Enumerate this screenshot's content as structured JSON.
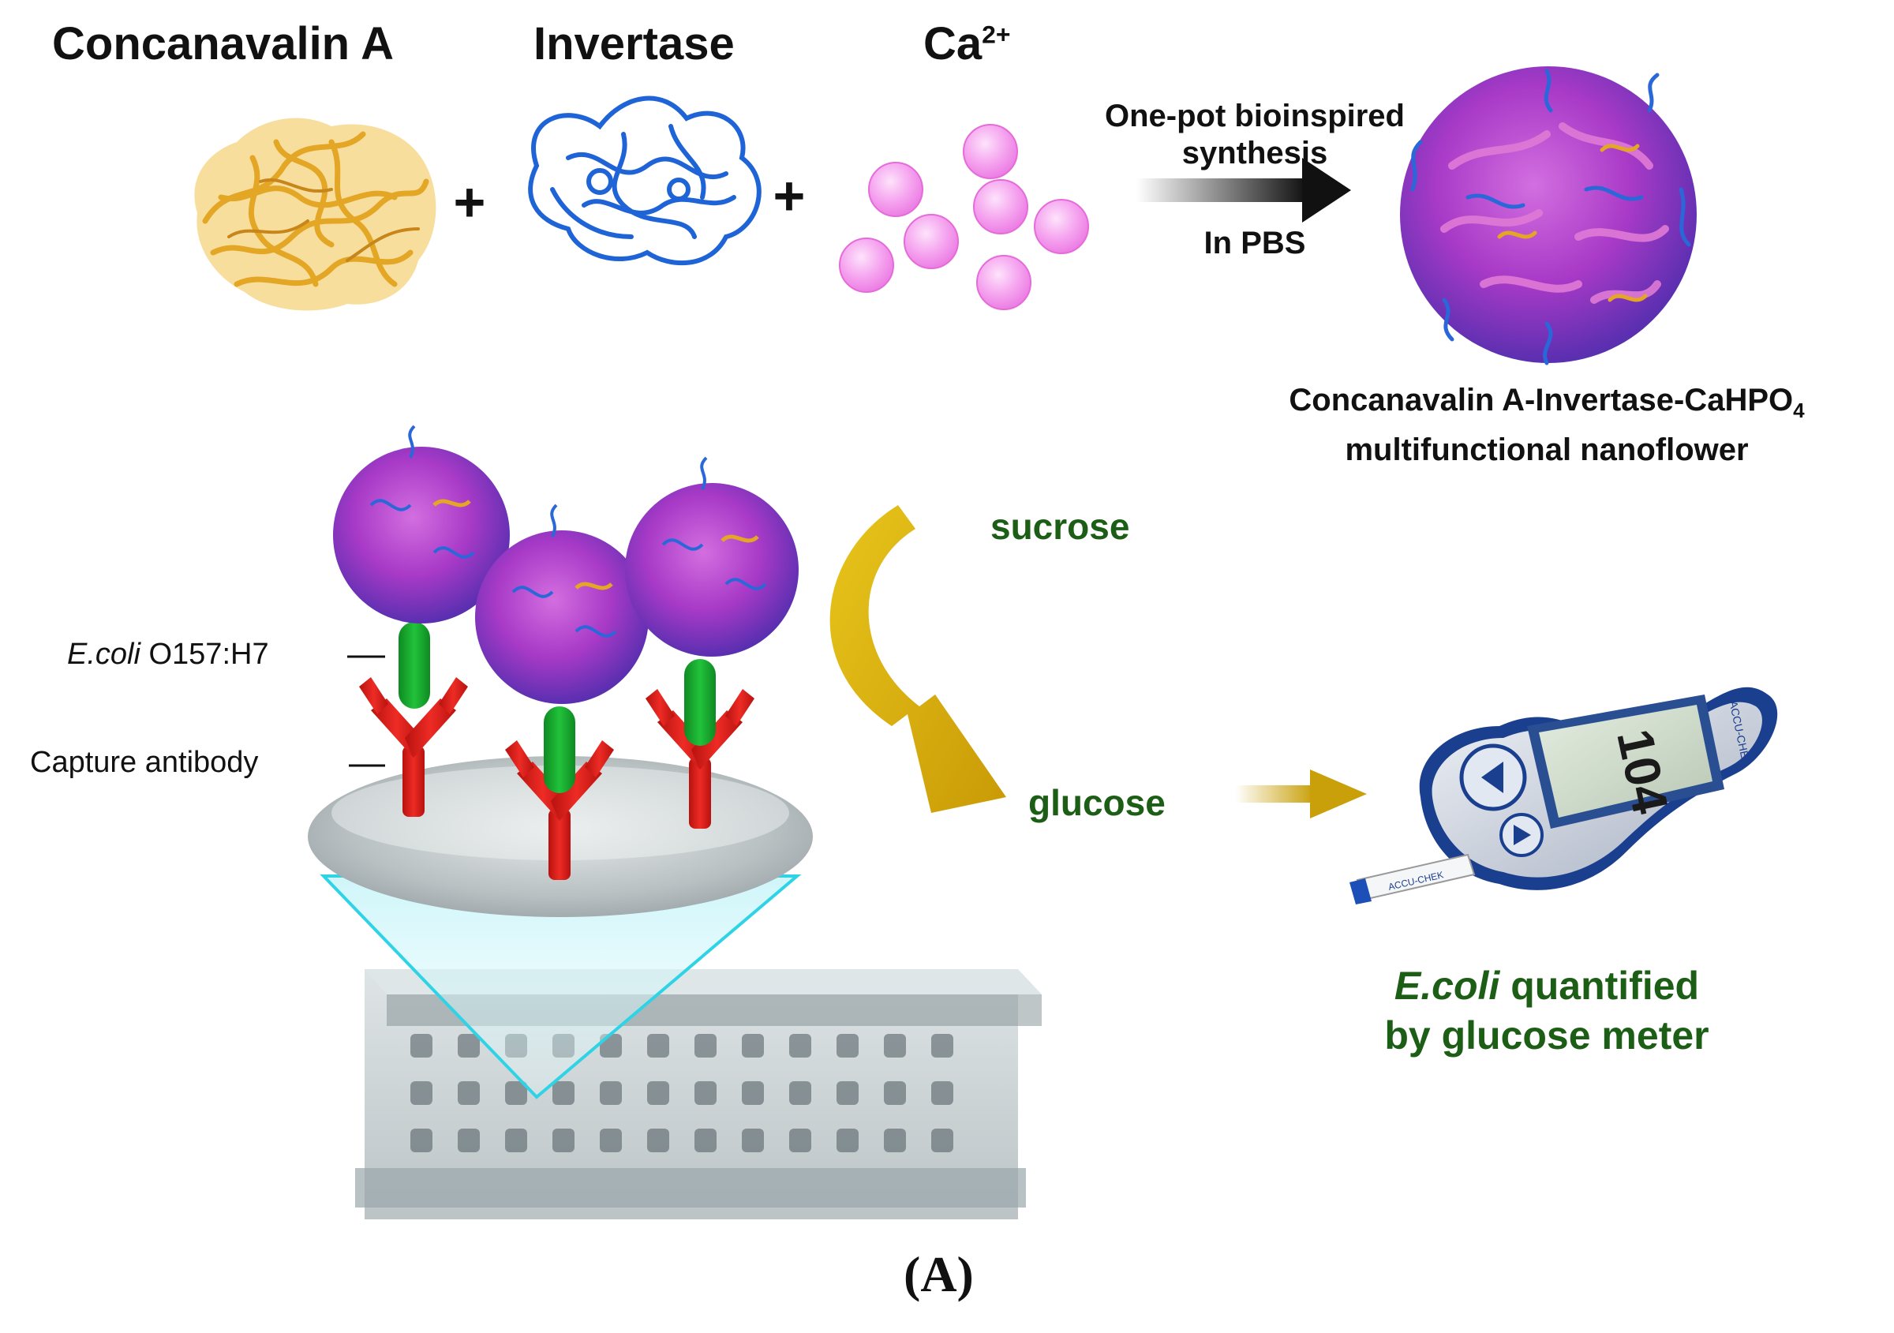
{
  "reactants": {
    "concanavalin": "Concanavalin A",
    "invertase": "Invertase",
    "calcium_base": "Ca",
    "calcium_charge": "2+",
    "plus": "+"
  },
  "synthesis_arrow": {
    "line1": "One-pot bioinspired",
    "line2": "synthesis",
    "line3": "In PBS"
  },
  "nanoflower_caption": {
    "line1_base": "Concanavalin A-Invertase-CaHPO",
    "line1_sub": "4",
    "line2": "multifunctional nanoflower"
  },
  "assay": {
    "ecoli_italic": "E.coli",
    "ecoli_strain": " O157:H7",
    "capture_label": "Capture antibody",
    "dash": "—",
    "sucrose": "sucrose",
    "glucose": "glucose"
  },
  "meter": {
    "brand": "ACCU-CHEK",
    "reading": "104",
    "caption_italic": "E.coli",
    "caption_line1_rest": " quantified",
    "caption_line2": "by glucose meter"
  },
  "panel_label": "(A)",
  "colors": {
    "protein_gold": "#e3a625",
    "invertase_blue": "#1f64d6",
    "calcium_pink": "#f5a3ef",
    "flower_magenta": "#b23ec9",
    "antibody_red": "#e2201c",
    "ecoli_green": "#13a42a",
    "curve_arrow": "#d9b50a",
    "text_green": "#1d5e16",
    "plate_cyan": "#2fd3e6"
  }
}
